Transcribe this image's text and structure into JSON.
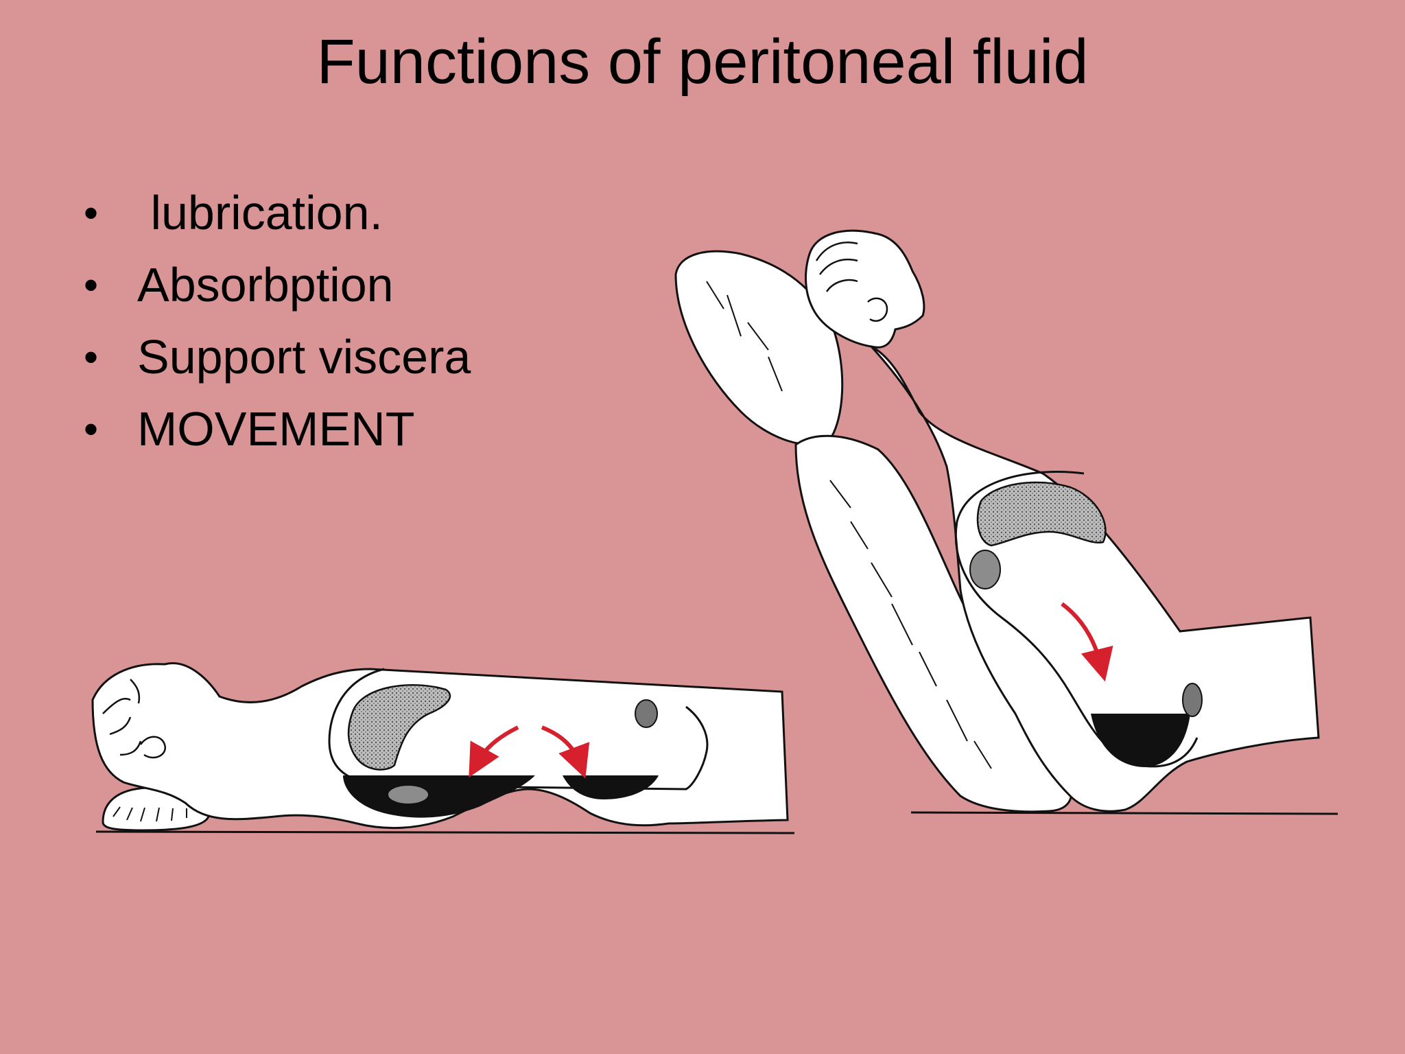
{
  "slide": {
    "title": "Functions of peritoneal fluid",
    "bullets": [
      " lubrication.",
      "Absorbption",
      "Support viscera",
      "MOVEMENT"
    ],
    "bullet_glyph": "•"
  },
  "colors": {
    "background": "#d99595",
    "figure_fill": "#ffffff",
    "outline": "#111111",
    "fluid": "#111111",
    "organ": "#a9a9a9",
    "arrow": "#d6202e"
  },
  "illustration": {
    "left_figure": "supine-figure-illustration",
    "right_figure": "reclined-figure-illustration"
  }
}
